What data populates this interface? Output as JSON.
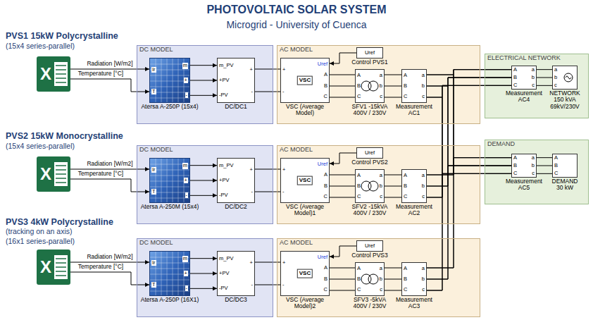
{
  "diagram": {
    "title": "PHOTOVOLTAIC SOLAR SYSTEM",
    "nodes": [
      {
        "text": [
          "X"
        ]
      },
      {
        "text": [
          "DC MODEL"
        ]
      },
      {
        "text": [
          "Ir",
          "T",
          "m",
          "+",
          "-",
          "Atersa A-250P (15x4)"
        ],
        "in": 1
      },
      {
        "text": [
          "m_PV",
          "+PV",
          "-PV",
          "+",
          "-",
          "DC/DC1"
        ],
        "in": 1
      },
      {
        "text": [
          "AC MODEL"
        ]
      },
      {
        "text": [
          "+",
          "-",
          "Uref",
          "A",
          "B",
          "C",
          "VSC",
          "VSC (Average Model)"
        ],
        "in": 4
      },
      {
        "text": [
          "Uref",
          "Control PVS1"
        ],
        "in": 4
      },
      {
        "text": [
          "A",
          "B",
          "C",
          "a",
          "b",
          "c",
          "SFV1 -15kVA 400V / 230V"
        ],
        "in": 4
      },
      {
        "text": [
          "A",
          "B",
          "C",
          "a",
          "b",
          "c",
          "Measurement AC1"
        ],
        "in": 4
      },
      {
        "text": [
          "ELECTRICAL NETWORK"
        ]
      },
      {
        "text": [
          "A",
          "B",
          "C",
          "a",
          "b",
          "c",
          "Measurement AC4"
        ],
        "in": 9
      },
      {
        "text": [
          "a",
          "b",
          "c",
          "NETWORK 150 kVA 69kV/230V"
        ],
        "in": 9
      },
      {
        "text": [
          "DEMAND"
        ]
      },
      {
        "text": [
          "A",
          "B",
          "C",
          "a",
          "b",
          "c",
          "Measurement AC5"
        ],
        "in": 12
      },
      {
        "text": [
          "A",
          "B",
          "C",
          "DEMAND 30 kW"
        ],
        "in": 12
      },
      {
        "text": [
          "X"
        ]
      },
      {
        "text": [
          "DC MODEL"
        ]
      },
      {
        "text": [
          "Ir",
          "T",
          "m",
          "+",
          "-",
          "Atersa A-250M (15x4)"
        ],
        "in": 16
      },
      {
        "text": [
          "m_PV",
          "+PV",
          "-PV",
          "+",
          "-",
          "DC/DC2"
        ],
        "in": 16
      },
      {
        "text": [
          "AC MODEL"
        ]
      },
      {
        "text": [
          "+",
          "-",
          "Uref",
          "A",
          "B",
          "C",
          "VSC",
          "VSC (Average Model)1"
        ],
        "in": 19
      },
      {
        "text": [
          "Uref",
          "Control PVS2"
        ],
        "in": 19
      },
      {
        "text": [
          "A",
          "B",
          "C",
          "a",
          "b",
          "c",
          "SFV2 -15kVA 400V / 230V"
        ],
        "in": 19
      },
      {
        "text": [
          "A",
          "B",
          "C",
          "a",
          "b",
          "c",
          "Measurement AC2"
        ],
        "in": 19
      },
      {
        "text": [
          "X"
        ]
      },
      {
        "text": [
          "DC MODEL"
        ]
      },
      {
        "text": [
          "Ir",
          "T",
          "m",
          "+",
          "-",
          "Atersa A-250P (16X1)"
        ],
        "in": 25
      },
      {
        "text": [
          "m_PV",
          "+PV",
          "-PV",
          "+",
          "-",
          "DC/DC3"
        ],
        "in": 25
      },
      {
        "text": [
          "AC MODEL"
        ]
      },
      {
        "text": [
          "+",
          "-",
          "Uref",
          "A",
          "B",
          "C",
          "VSC",
          "VSC (Average Model)2"
        ],
        "in": 28
      },
      {
        "text": [
          "Uref",
          "Control PVS3"
        ],
        "in": 28
      },
      {
        "text": [
          "A",
          "B",
          "C",
          "a",
          "b",
          "c",
          "SFV3 -5kVA 400V / 230V"
        ],
        "in": 28
      },
      {
        "text": [
          "A",
          "B",
          "C",
          "a",
          "b",
          "c",
          "Measurement AC3"
        ],
        "in": 28
      }
    ],
    "edges": [
      {
        "from": 0,
        "to": 2,
        "label": "Radiation [W/m2]",
        "arrow": "to"
      },
      {
        "from": 0,
        "to": 2,
        "label": "Temperature [°C]",
        "arrow": "to"
      },
      {
        "from": 2,
        "to": 3,
        "arrow": "to"
      },
      {
        "from": 2,
        "to": 3,
        "arrow": "to"
      },
      {
        "from": 2,
        "to": 3,
        "arrow": "to"
      },
      {
        "from": 3,
        "to": 5,
        "arrow": "none"
      },
      {
        "from": 6,
        "to": 5,
        "arrow": "to"
      },
      {
        "from": 5,
        "to": 7,
        "arrow": "none"
      },
      {
        "from": 7,
        "to": 8,
        "arrow": "none"
      },
      {
        "from": 8,
        "to": 10,
        "arrow": "none"
      },
      {
        "from": 8,
        "to": 13,
        "arrow": "none"
      },
      {
        "from": 10,
        "to": 11,
        "arrow": "none"
      },
      {
        "from": 13,
        "to": 14,
        "arrow": "none"
      },
      {
        "from": 15,
        "to": 17,
        "label": "Radiation [W/m2]",
        "arrow": "to"
      },
      {
        "from": 15,
        "to": 17,
        "label": "Temperature [°C]",
        "arrow": "to"
      },
      {
        "from": 17,
        "to": 18,
        "arrow": "to"
      },
      {
        "from": 17,
        "to": 18,
        "arrow": "to"
      },
      {
        "from": 17,
        "to": 18,
        "arrow": "to"
      },
      {
        "from": 18,
        "to": 20,
        "arrow": "none"
      },
      {
        "from": 21,
        "to": 20,
        "arrow": "to"
      },
      {
        "from": 20,
        "to": 22,
        "arrow": "none"
      },
      {
        "from": 22,
        "to": 23,
        "arrow": "none"
      },
      {
        "from": 23,
        "to": 10,
        "arrow": "none"
      },
      {
        "from": 23,
        "to": 13,
        "arrow": "none"
      },
      {
        "from": 24,
        "to": 26,
        "label": "Radiation [W/m2]",
        "arrow": "to"
      },
      {
        "from": 24,
        "to": 26,
        "label": "Temperature [°C]",
        "arrow": "to"
      },
      {
        "from": 26,
        "to": 27,
        "arrow": "to"
      },
      {
        "from": 26,
        "to": 27,
        "arrow": "to"
      },
      {
        "from": 26,
        "to": 27,
        "arrow": "to"
      },
      {
        "from": 27,
        "to": 29,
        "arrow": "none"
      },
      {
        "from": 30,
        "to": 29,
        "arrow": "to"
      },
      {
        "from": 29,
        "to": 31,
        "arrow": "none"
      },
      {
        "from": 31,
        "to": 32,
        "arrow": "none"
      },
      {
        "from": 32,
        "to": 10,
        "arrow": "none"
      },
      {
        "from": 32,
        "to": 13,
        "arrow": "none"
      }
    ],
    "labels": [
      "Microgrid - University of Cuenca",
      "PVS1 15kW Polycrystalline",
      "(15x4 series-parallel)",
      "PVS2 15kW Monocrystalline",
      "(15x4 series-parallel)",
      "PVS3 4kW Polycrystalline",
      "(tracking on an axis)",
      "(16x1 series-parallel)"
    ]
  }
}
